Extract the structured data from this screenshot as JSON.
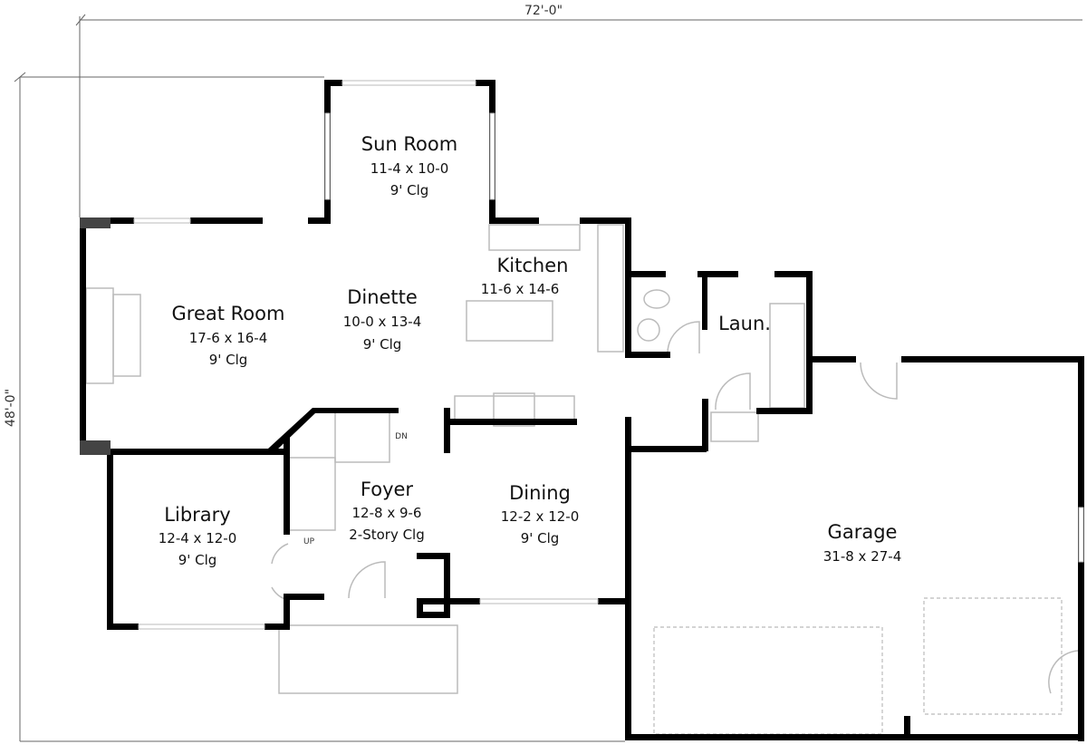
{
  "dimensions": {
    "width": "72'-0\"",
    "depth": "48'-0\""
  },
  "rooms": {
    "sun_room": {
      "name": "Sun Room",
      "size": "11-4 x 10-0",
      "ceiling": "9' Clg"
    },
    "great_room": {
      "name": "Great Room",
      "size": "17-6 x 16-4",
      "ceiling": "9' Clg"
    },
    "dinette": {
      "name": "Dinette",
      "size": "10-0 x 13-4",
      "ceiling": "9' Clg"
    },
    "kitchen": {
      "name": "Kitchen",
      "size": "11-6 x 14-6"
    },
    "laundry": {
      "name": "Laun."
    },
    "library": {
      "name": "Library",
      "size": "12-4 x 12-0",
      "ceiling": "9' Clg"
    },
    "foyer": {
      "name": "Foyer",
      "size": "12-8 x 9-6",
      "ceiling": "2-Story Clg"
    },
    "dining": {
      "name": "Dining",
      "size": "12-2 x 12-0",
      "ceiling": "9' Clg"
    },
    "garage": {
      "name": "Garage",
      "size": "31-8 x 27-4"
    }
  },
  "stairs": {
    "down": "DN",
    "up": "UP"
  }
}
